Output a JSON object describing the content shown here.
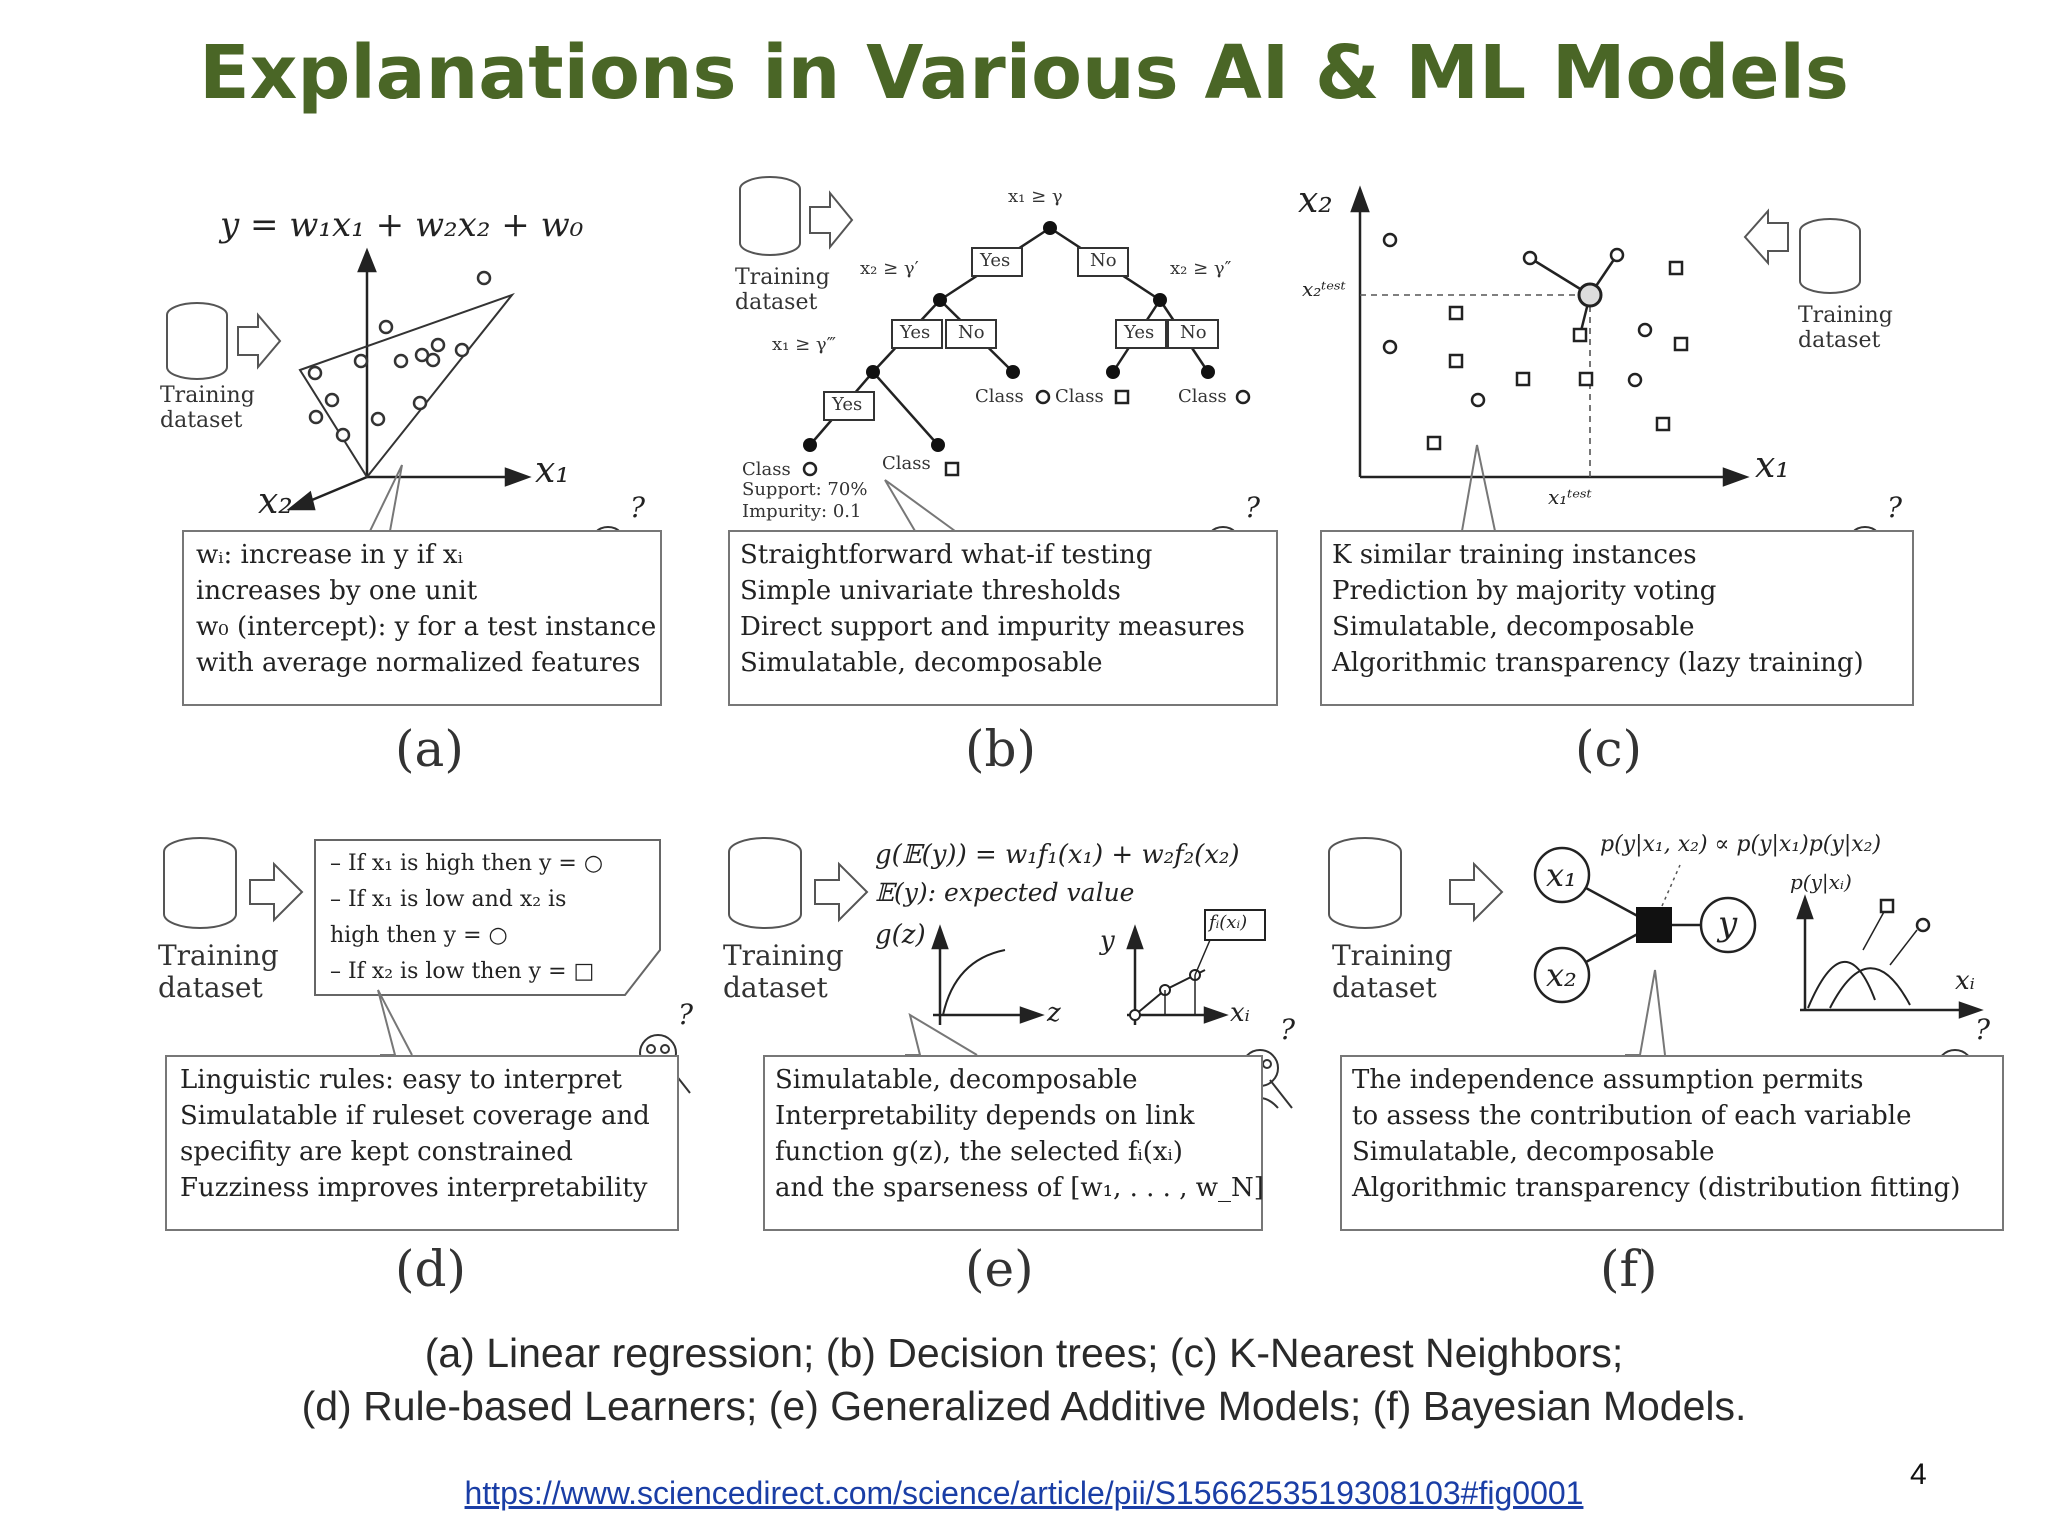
{
  "slide": {
    "title": "Explanations in Various AI & ML Models",
    "caption_line1": "(a) Linear regression; (b) Decision trees; (c) K-Nearest Neighbors;",
    "caption_line2": "(d) Rule-based Learners; (e) Generalized Additive Models; (f) Bayesian Models.",
    "link": "https://www.sciencedirect.com/science/article/pii/S1566253519308103#fig0001",
    "page_number": "4"
  },
  "common": {
    "dataset_label": "Training dataset",
    "question_mark": "?"
  },
  "panels": {
    "a": {
      "label": "(a)",
      "equation": "y = w₁x₁ + w₂x₂ + w₀",
      "axis_x1": "x₁",
      "axis_x2": "x₂",
      "lines": [
        "wᵢ: increase in y if xᵢ",
        "increases by one unit",
        "w₀ (intercept): y for a test instance",
        "with average normalized features"
      ]
    },
    "b": {
      "label": "(b)",
      "root": "x₁ ≥ γ",
      "left_cond": "x₂ ≥ γ′",
      "right_cond": "x₂ ≥ γ″",
      "deep_cond": "x₁ ≥ γ‴",
      "yes": "Yes",
      "no": "No",
      "class_word": "Class",
      "support": "Support: 70%",
      "impurity": "Impurity: 0.1",
      "lines": [
        "Straightforward what-if testing",
        "Simple univariate thresholds",
        "Direct support and impurity measures",
        "Simulatable, decomposable"
      ]
    },
    "c": {
      "label": "(c)",
      "axis_x1": "x₁",
      "axis_x2": "x₂",
      "test_x1": "x₁ᵗᵉˢᵗ",
      "test_x2": "x₂ᵗᵉˢᵗ",
      "lines": [
        "K similar training instances",
        "Prediction by majority voting",
        "Simulatable, decomposable",
        "Algorithmic transparency (lazy training)"
      ]
    },
    "d": {
      "label": "(d)",
      "rules": [
        "– If x₁ is high then y = ○",
        "– If x₁ is low and x₂ is",
        "   high then y = ○",
        "– If x₂ is low then y = □"
      ],
      "lines": [
        "Linguistic rules: easy to interpret",
        "Simulatable if ruleset coverage and",
        "specifity are kept constrained",
        "Fuzziness improves interpretability"
      ]
    },
    "e": {
      "label": "(e)",
      "equation": "g(𝔼(y)) = w₁f₁(x₁) + w₂f₂(x₂)",
      "expected": "𝔼(y): expected value",
      "g_label": "g(z)",
      "z_label": "z",
      "y_label": "y",
      "xi_label": "xᵢ",
      "fi_label": "fᵢ(xᵢ)",
      "lines": [
        "Simulatable, decomposable",
        "Interpretability depends on link",
        "function g(z), the selected fᵢ(xᵢ)",
        "and the sparseness of [w₁, . . . , w_N]"
      ]
    },
    "f": {
      "label": "(f)",
      "equation": "p(y|x₁, x₂) ∝ p(y|x₁)p(y|x₂)",
      "node_x1": "x₁",
      "node_x2": "x₂",
      "node_y": "y",
      "pyx": "p(y|xᵢ)",
      "xi_label": "xᵢ",
      "lines": [
        "The independence assumption permits",
        "to assess the contribution of each variable",
        "Simulatable, decomposable",
        "Algorithmic transparency (distribution fitting)"
      ]
    }
  }
}
